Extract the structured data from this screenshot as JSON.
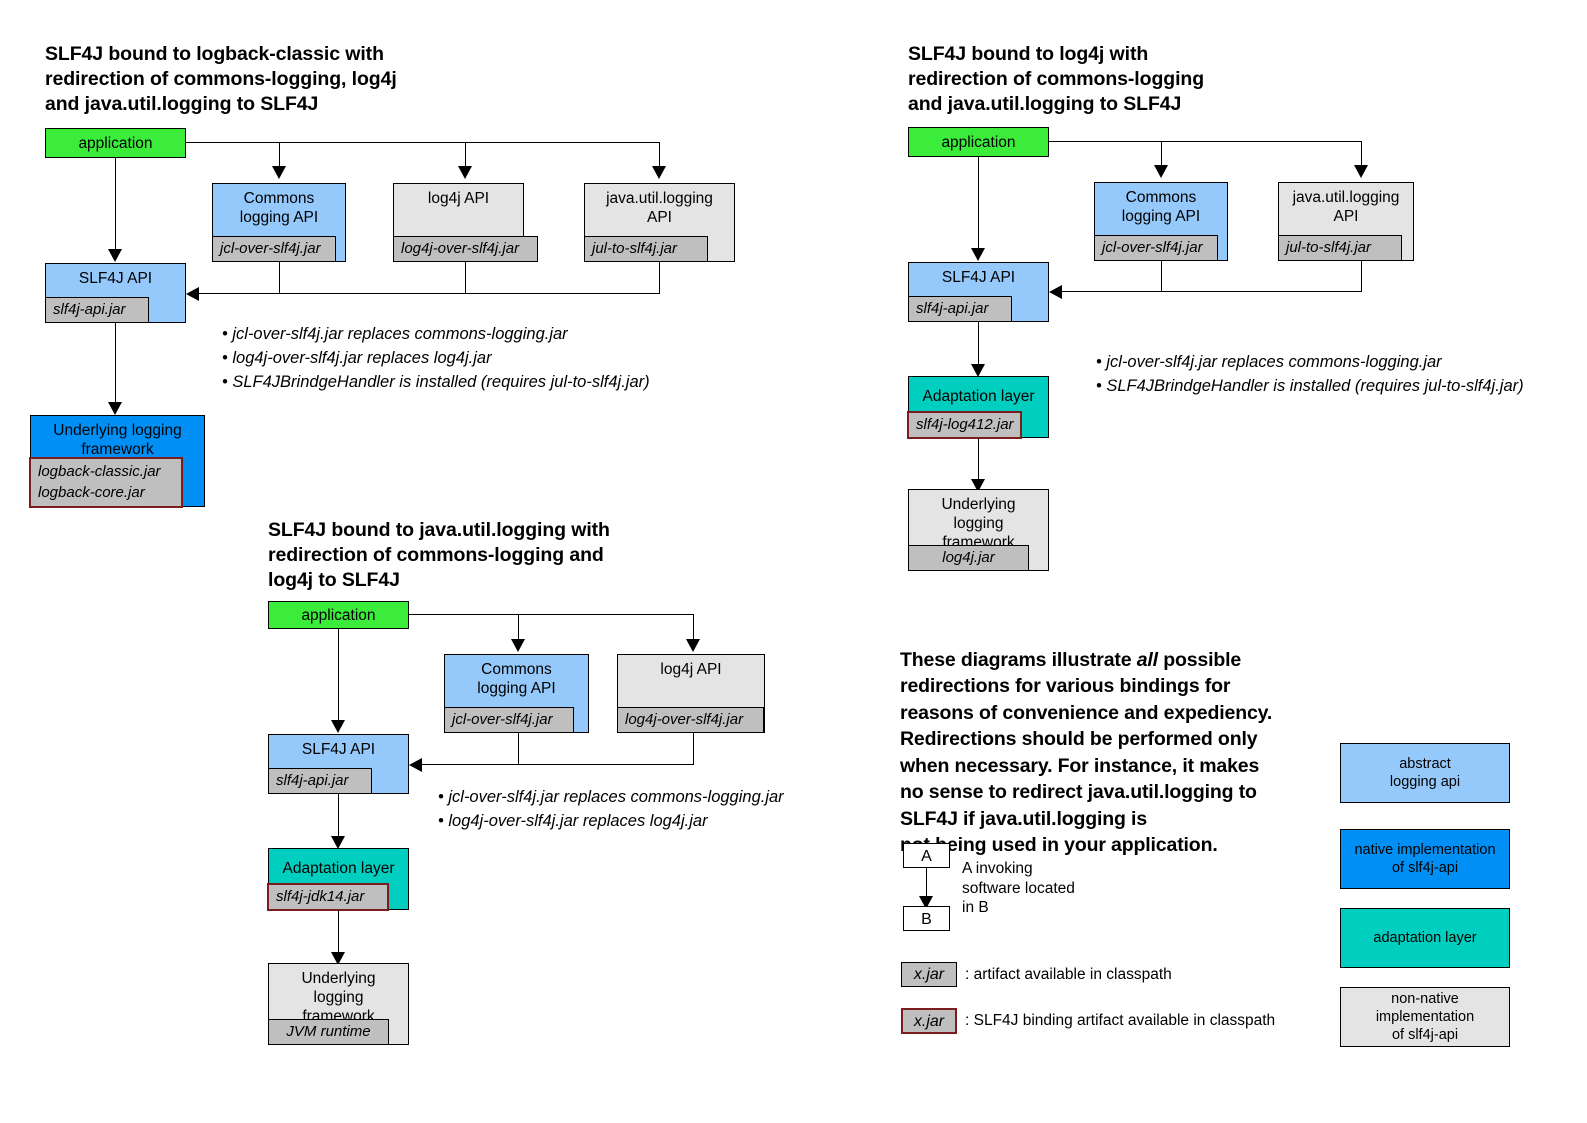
{
  "colors": {
    "application": "#3bec3b",
    "abstract_api": "#95c9fb",
    "native_impl": "#0090f5",
    "adaptation": "#00cfc0",
    "non_native": "#e4e4e4",
    "jar_chip": "#bfbfbf",
    "binding_border": "#7d1c1c",
    "stroke": "#000000"
  },
  "diagram1": {
    "title": "SLF4J bound to logback-classic with\nredirection of commons-logging, log4j\nand java.util.logging to SLF4J",
    "application": "application",
    "commons_api": "Commons\nlogging API",
    "commons_jar": "jcl-over-slf4j.jar",
    "log4j_api": "log4j API",
    "log4j_jar": "log4j-over-slf4j.jar",
    "jul_api": "java.util.logging\nAPI",
    "jul_jar": "jul-to-slf4j.jar",
    "slf4j_api": "SLF4J API",
    "slf4j_jar": "slf4j-api.jar",
    "underlying": "Underlying logging\nframework",
    "underlying_jar": "logback-classic.jar\nlogback-core.jar",
    "notes": [
      "• jcl-over-slf4j.jar replaces commons-logging.jar",
      "• log4j-over-slf4j.jar replaces log4j.jar",
      "• SLF4JBrindgeHandler is installed (requires jul-to-slf4j.jar)"
    ]
  },
  "diagram2": {
    "title": "SLF4J bound to log4j with\nredirection of commons-logging\nand java.util.logging to SLF4J",
    "application": "application",
    "commons_api": "Commons\nlogging API",
    "commons_jar": "jcl-over-slf4j.jar",
    "jul_api": "java.util.logging\nAPI",
    "jul_jar": "jul-to-slf4j.jar",
    "slf4j_api": "SLF4J API",
    "slf4j_jar": "slf4j-api.jar",
    "adaptation": "Adaptation layer",
    "adaptation_jar": "slf4j-log412.jar",
    "underlying": "Underlying\nlogging\nframework",
    "underlying_jar": "log4j.jar",
    "notes": [
      "• jcl-over-slf4j.jar replaces commons-logging.jar",
      "• SLF4JBrindgeHandler is installed (requires jul-to-slf4j.jar)"
    ]
  },
  "diagram3": {
    "title": "SLF4J bound to java.util.logging with\nredirection of commons-logging and\nlog4j to SLF4J",
    "application": "application",
    "commons_api": "Commons\nlogging API",
    "commons_jar": "jcl-over-slf4j.jar",
    "log4j_api": "log4j API",
    "log4j_jar": "log4j-over-slf4j.jar",
    "slf4j_api": "SLF4J API",
    "slf4j_jar": "slf4j-api.jar",
    "adaptation": "Adaptation layer",
    "adaptation_jar": "slf4j-jdk14.jar",
    "underlying": "Underlying\nlogging\nframework",
    "underlying_jar": "JVM runtime",
    "notes": [
      "• jcl-over-slf4j.jar replaces commons-logging.jar",
      "• log4j-over-slf4j.jar replaces log4j.jar"
    ]
  },
  "paragraph": {
    "line1_pre": "These diagrams illustrate ",
    "line1_em": "all",
    "line1_post": " possible",
    "rest": "redirections for various bindings for\nreasons of convenience and expediency.\nRedirections should be performed only\nwhen necessary. For instance, it makes\nno sense to redirect java.util.logging to\nSLF4J if java.util.logging is\nnot being used in your application."
  },
  "legend": {
    "box_a": "A",
    "box_b": "B",
    "arrow_caption": "A invoking\nsoftware located\nin B",
    "jar_plain": "x.jar",
    "jar_plain_caption": ": artifact available in classpath",
    "jar_binding": "x.jar",
    "jar_binding_caption": ": SLF4J binding artifact available in classpath",
    "swatches": [
      {
        "label": "abstract\nlogging api",
        "kind": "abstract"
      },
      {
        "label": "native implementation\nof slf4j-api",
        "kind": "native"
      },
      {
        "label": "adaptation layer",
        "kind": "adapt"
      },
      {
        "label": "non-native implementation\nof slf4j-api",
        "kind": "nonnative"
      }
    ]
  }
}
